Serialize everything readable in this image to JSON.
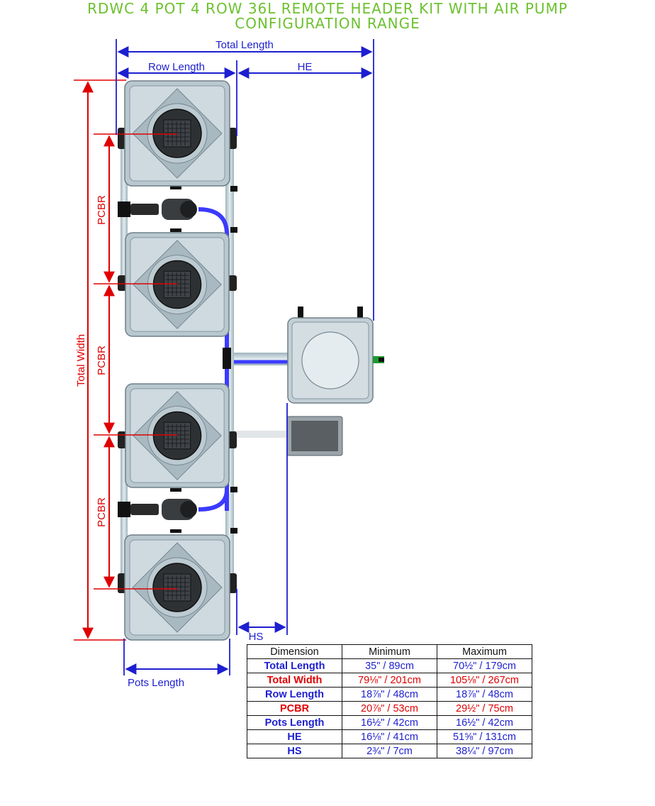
{
  "title": {
    "line1": "RDWC 4 POT 4 ROW 36L REMOTE HEADER KIT WITH AIR PUMP",
    "line2": "CONFIGURATION RANGE"
  },
  "labels": {
    "total_length": "Total Length",
    "row_length": "Row Length",
    "he": "HE",
    "total_width": "Total Width",
    "pcbr": "PCBR",
    "hs": "HS",
    "pots_length": "Pots Length"
  },
  "colors": {
    "title": "#6cc12e",
    "blue": "#1d1fd0",
    "red": "#e00000"
  },
  "table": {
    "headers": [
      "Dimension",
      "Minimum",
      "Maximum"
    ],
    "rows": [
      {
        "dimension": "Total Length",
        "min": "35\" / 89cm",
        "max": "70½\" / 179cm",
        "color": "blue"
      },
      {
        "dimension": "Total Width",
        "min": "79⅛\" / 201cm",
        "max": "105⅛\" / 267cm",
        "color": "red"
      },
      {
        "dimension": "Row Length",
        "min": "18⅞\" / 48cm",
        "max": "18⅞\" / 48cm",
        "color": "blue"
      },
      {
        "dimension": "PCBR",
        "min": "20⅞\" / 53cm",
        "max": "29½\" / 75cm",
        "color": "red"
      },
      {
        "dimension": "Pots Length",
        "min": "16½\" / 42cm",
        "max": "16½\" / 42cm",
        "color": "blue"
      },
      {
        "dimension": "HE",
        "min": "16⅛\" / 41cm",
        "max": "51⅝\" / 131cm",
        "color": "blue"
      },
      {
        "dimension": "HS",
        "min": "2¾\" / 7cm",
        "max": "38¼\" / 97cm",
        "color": "blue"
      }
    ]
  }
}
